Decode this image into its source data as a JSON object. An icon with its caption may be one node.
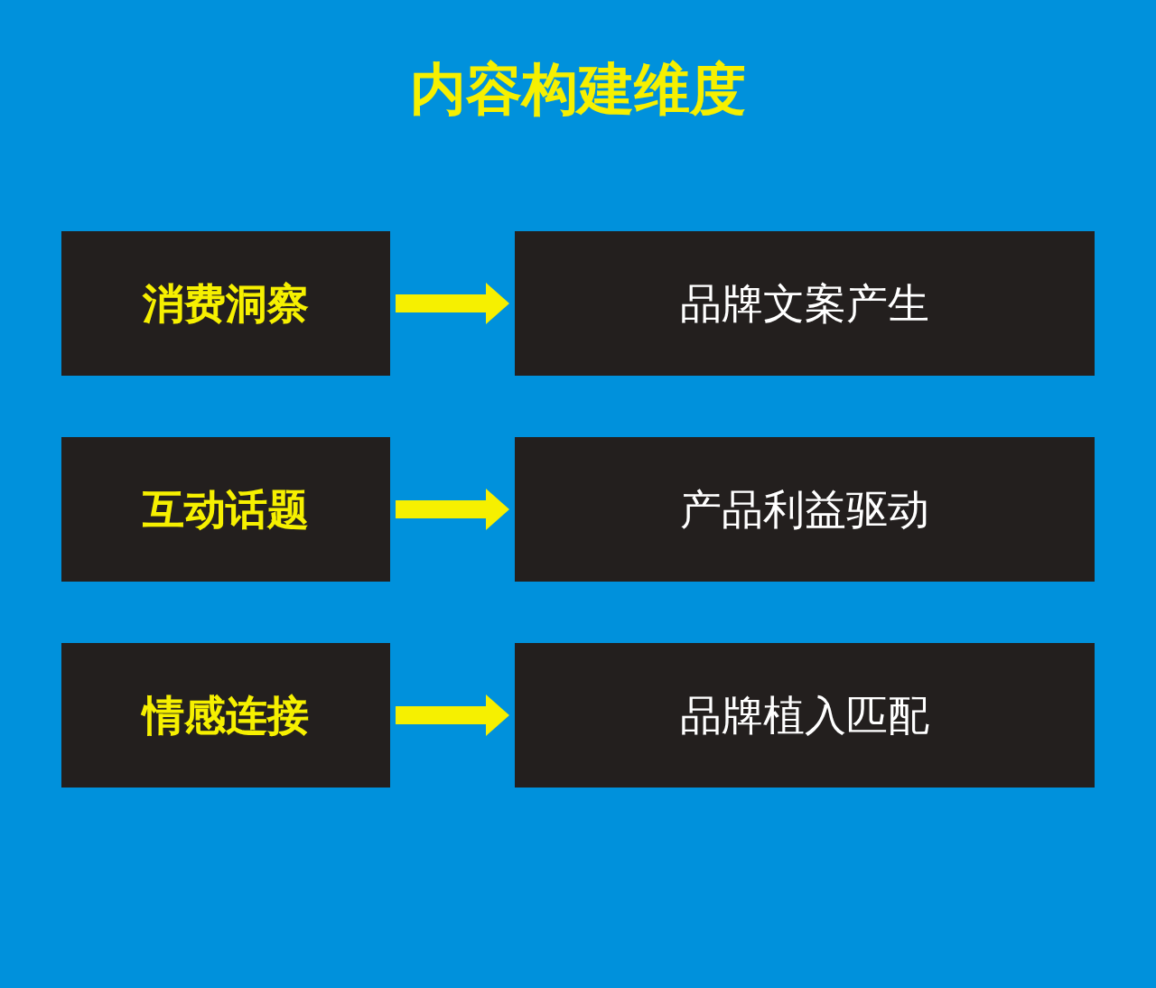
{
  "diagram": {
    "title": "内容构建维度",
    "nodes": [
      {
        "text": [
          "消费洞察"
        ]
      },
      {
        "text": [
          "品牌文案产生"
        ]
      },
      {
        "text": [
          "互动话题"
        ]
      },
      {
        "text": [
          "产品利益驱动"
        ]
      },
      {
        "text": [
          "情感连接"
        ]
      },
      {
        "text": [
          "品牌植入匹配"
        ]
      }
    ],
    "edges": [
      {
        "from": 0,
        "to": 1,
        "arrow": "to"
      },
      {
        "from": 2,
        "to": 3,
        "arrow": "to"
      },
      {
        "from": 4,
        "to": 5,
        "arrow": "to"
      }
    ]
  }
}
